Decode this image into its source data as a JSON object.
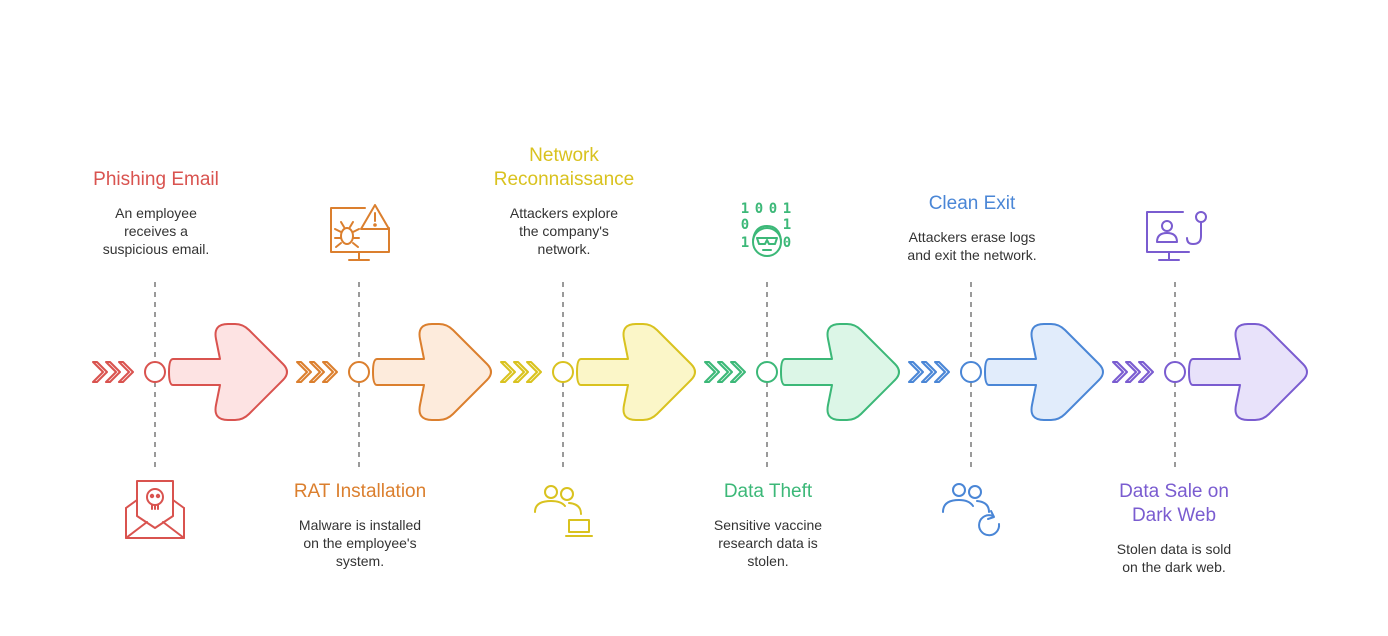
{
  "stages": [
    {
      "title": "Phishing Email",
      "description": "An employee receives a suspicious email.",
      "color": "#d9534f",
      "fill": "#fde3e3",
      "icon": "envelope-skull-icon",
      "label_position": "top"
    },
    {
      "title": "RAT Installation",
      "description": "Malware is installed on the employee's system.",
      "color": "#db7f2e",
      "fill": "#fdebdc",
      "icon": "monitor-bug-warning-icon",
      "label_position": "bottom"
    },
    {
      "title": "Network Reconnaissance",
      "description": "Attackers explore the company's network.",
      "color": "#d9c21f",
      "fill": "#fbf6c8",
      "icon": "users-laptop-icon",
      "label_position": "top"
    },
    {
      "title": "Data Theft",
      "description": "Sensitive vaccine research data is stolen.",
      "color": "#3cb878",
      "fill": "#dcf6e7",
      "icon": "hacker-binary-icon",
      "label_position": "bottom"
    },
    {
      "title": "Clean Exit",
      "description": "Attackers erase logs and exit the network.",
      "color": "#4a86d6",
      "fill": "#e1ecfb",
      "icon": "users-refresh-icon",
      "label_position": "top"
    },
    {
      "title": "Data Sale on Dark Web",
      "description": "Stolen data is sold on the dark web.",
      "color": "#7a5cd0",
      "fill": "#e8e2fa",
      "icon": "monitor-user-hook-icon",
      "label_position": "bottom"
    }
  ],
  "binary_digits": [
    "1",
    "0",
    "0",
    "1",
    "0",
    "1",
    "1",
    "0"
  ]
}
